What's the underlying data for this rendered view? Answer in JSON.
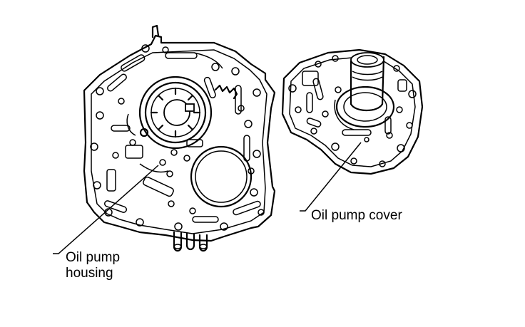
{
  "labels": {
    "housing_line1": "Oil pump",
    "housing_line2": "housing",
    "cover": "Oil pump cover"
  },
  "colors": {
    "ink": "#000000",
    "background": "#ffffff"
  }
}
